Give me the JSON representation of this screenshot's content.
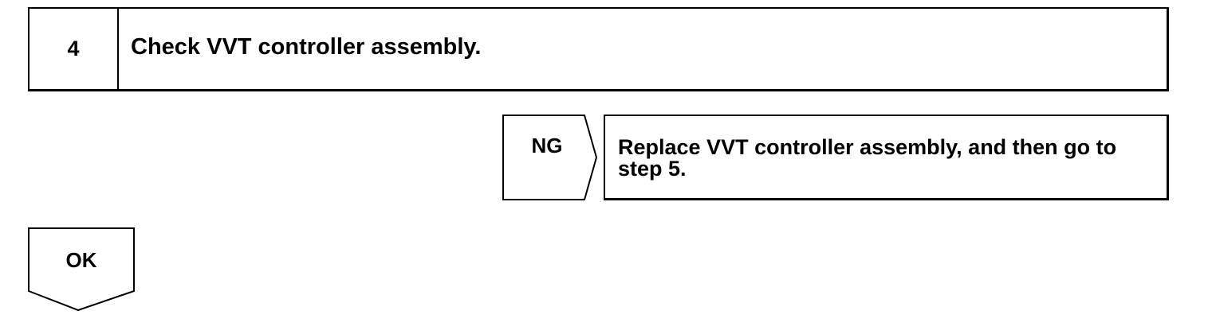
{
  "step": {
    "number": "4",
    "title": "Check VVT controller assembly."
  },
  "ng_branch": {
    "label": "NG",
    "action": "Replace VVT controller assembly, and then go to step 5."
  },
  "ok_branch": {
    "label": "OK"
  }
}
